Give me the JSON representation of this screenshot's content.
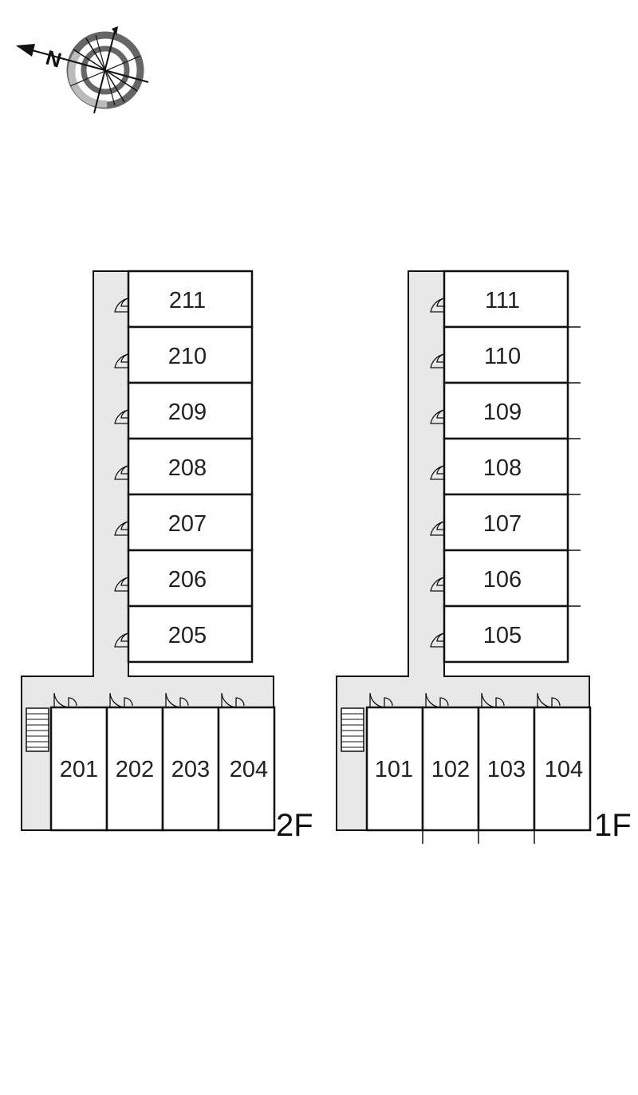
{
  "colors": {
    "background": "#ffffff",
    "corridor": "#e8e8e8",
    "wall": "#111111",
    "compass_dark": "#666666",
    "compass_light": "#bbbbbb"
  },
  "compass": {
    "north_label": "N",
    "icon": "compass-icon"
  },
  "floors": [
    {
      "id": "2f",
      "label": "2F",
      "upper_units": [
        "211",
        "210",
        "209",
        "208",
        "207",
        "206",
        "205"
      ],
      "lower_units": [
        "201",
        "202",
        "203",
        "204"
      ]
    },
    {
      "id": "1f",
      "label": "1F",
      "upper_units": [
        "111",
        "110",
        "109",
        "108",
        "107",
        "106",
        "105"
      ],
      "lower_units": [
        "101",
        "102",
        "103",
        "104"
      ]
    }
  ]
}
